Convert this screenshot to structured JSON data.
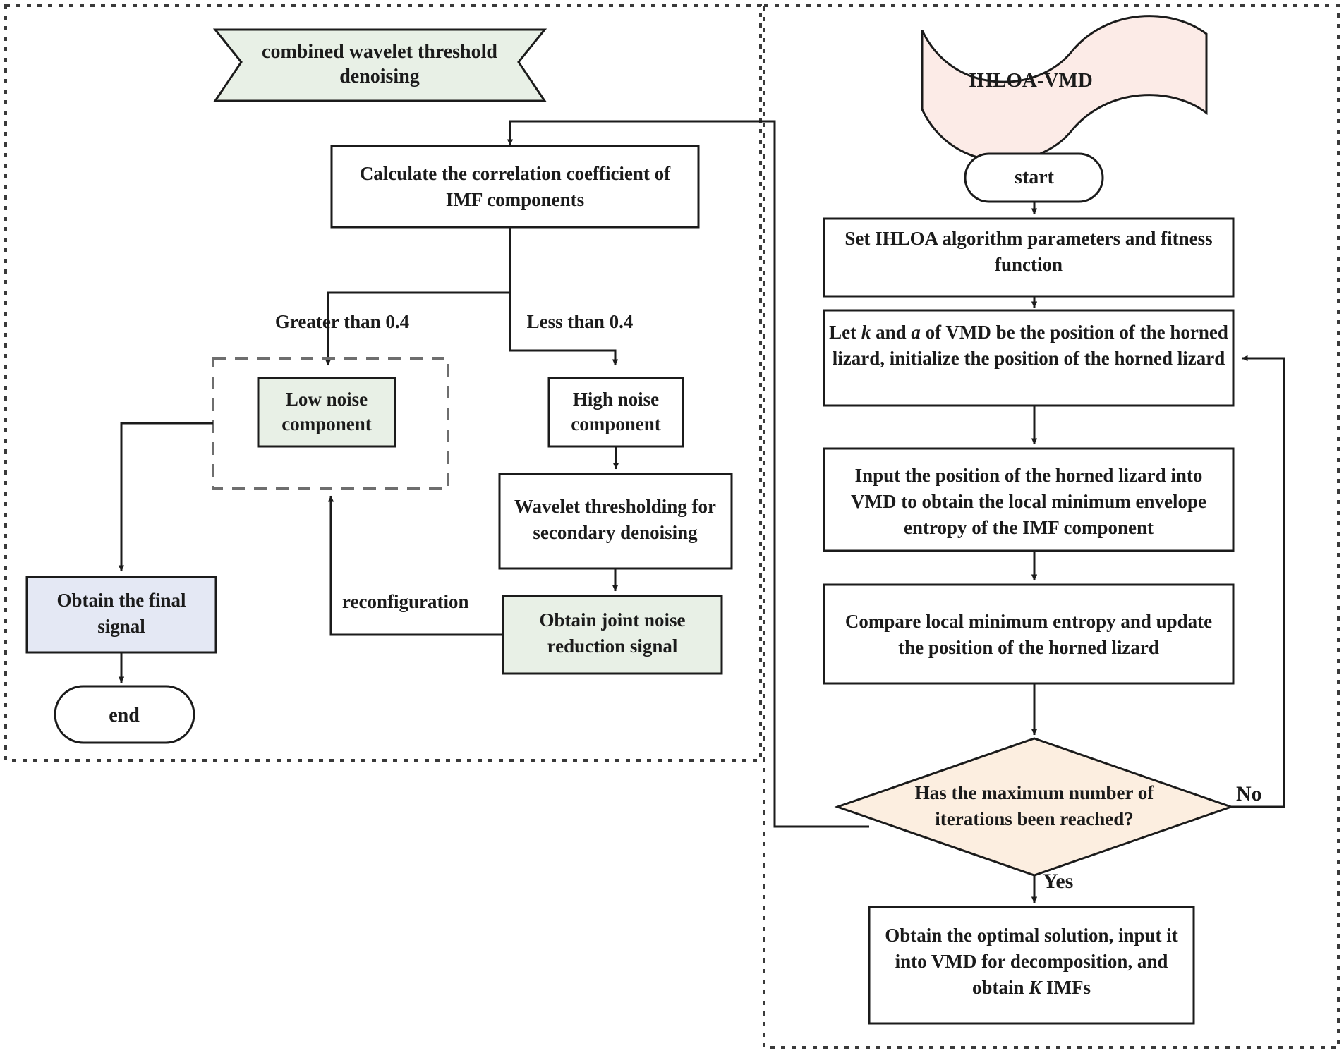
{
  "diagram": {
    "title": "Combined wavelet threshold denoising and IHLOA-VMD flowchart",
    "panels": [
      {
        "id": "left",
        "label": "combined wavelet threshold denoising panel"
      },
      {
        "id": "right",
        "label": "IHLOA-VMD panel"
      }
    ],
    "colors": {
      "green_fill": "#e8f0e6",
      "pink_fill": "#fcebe7",
      "blue_fill": "#e4e8f4",
      "peach_fill": "#fceee0",
      "white_fill": "#ffffff",
      "stroke": "#1b1b1b",
      "dashed_stroke": "#6e6e6e",
      "text": "#1b1b1b"
    }
  },
  "left_panel": {
    "banner": {
      "text_line1": "combined wavelet threshold",
      "text_line2": "denoising"
    },
    "nodes": {
      "calc_corr": {
        "line1": "Calculate the correlation coefficient of",
        "line2": "IMF components"
      },
      "low_noise": {
        "line1": "Low noise",
        "line2": "component"
      },
      "high_noise": {
        "line1": "High noise",
        "line2": "component"
      },
      "wavelet_threshold": {
        "line1": "Wavelet thresholding for",
        "line2": "secondary denoising"
      },
      "joint_noise": {
        "line1": "Obtain joint noise",
        "line2": "reduction signal"
      },
      "final_signal": {
        "line1": "Obtain the final",
        "line2": "signal"
      },
      "end": {
        "line1": "end"
      }
    },
    "edge_labels": {
      "greater": "Greater than 0.4",
      "less": "Less than 0.4",
      "reconfiguration": "reconfiguration"
    }
  },
  "right_panel": {
    "banner": {
      "text_line1": "IHLOA-VMD"
    },
    "nodes": {
      "start": {
        "line1": "start"
      },
      "set_params": {
        "line1": "Set IHLOA algorithm parameters and fitness",
        "line2": "function"
      },
      "let_k_a": {
        "line1_pre": "Let ",
        "line1_k": "k",
        "line1_mid": " and ",
        "line1_a": "a",
        "line1_post": " of VMD be the position of the horned",
        "line2": "lizard, initialize the position of the horned lizard"
      },
      "input_pos": {
        "line1": "Input the position of the horned lizard into",
        "line2": "VMD to obtain the local minimum envelope",
        "line3": "entropy of the IMF component"
      },
      "compare": {
        "line1": "Compare local minimum entropy and update",
        "line2": "the position of the horned lizard"
      },
      "decision": {
        "line1": "Has the maximum number of",
        "line2": "iterations been reached?"
      },
      "optimal": {
        "line1": "Obtain the optimal solution, input it",
        "line2": "into VMD for decomposition, and",
        "line3_pre": "obtain ",
        "line3_K": "K",
        "line3_post": " IMFs"
      }
    },
    "edge_labels": {
      "no": "No",
      "yes": "Yes"
    }
  }
}
